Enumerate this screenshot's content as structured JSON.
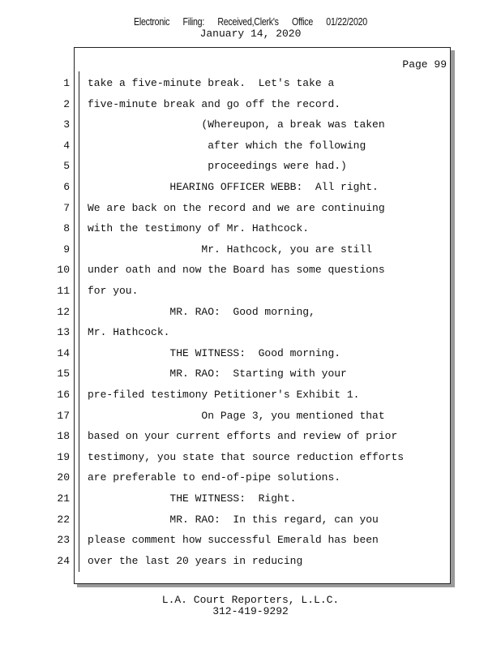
{
  "header": {
    "filing_parts": [
      "Electronic",
      "Filing:",
      "Received,Clerk's",
      "Office",
      "01/22/2020"
    ],
    "date": "January 14, 2020"
  },
  "page": {
    "page_label": "Page 99",
    "lines": [
      {
        "n": "1",
        "text": "take a five-minute break.  Let's take a"
      },
      {
        "n": "2",
        "text": "five-minute break and go off the record."
      },
      {
        "n": "3",
        "text": "                  (Whereupon, a break was taken"
      },
      {
        "n": "4",
        "text": "                   after which the following"
      },
      {
        "n": "5",
        "text": "                   proceedings were had.)"
      },
      {
        "n": "6",
        "text": "             HEARING OFFICER WEBB:  All right."
      },
      {
        "n": "7",
        "text": "We are back on the record and we are continuing"
      },
      {
        "n": "8",
        "text": "with the testimony of Mr. Hathcock."
      },
      {
        "n": "9",
        "text": "                  Mr. Hathcock, you are still"
      },
      {
        "n": "10",
        "text": "under oath and now the Board has some questions"
      },
      {
        "n": "11",
        "text": "for you."
      },
      {
        "n": "12",
        "text": "             MR. RAO:  Good morning,"
      },
      {
        "n": "13",
        "text": "Mr. Hathcock."
      },
      {
        "n": "14",
        "text": "             THE WITNESS:  Good morning."
      },
      {
        "n": "15",
        "text": "             MR. RAO:  Starting with your"
      },
      {
        "n": "16",
        "text": "pre-filed testimony Petitioner's Exhibit 1."
      },
      {
        "n": "17",
        "text": "                  On Page 3, you mentioned that"
      },
      {
        "n": "18",
        "text": "based on your current efforts and review of prior"
      },
      {
        "n": "19",
        "text": "testimony, you state that source reduction efforts"
      },
      {
        "n": "20",
        "text": "are preferable to end-of-pipe solutions."
      },
      {
        "n": "21",
        "text": "             THE WITNESS:  Right."
      },
      {
        "n": "22",
        "text": "             MR. RAO:  In this regard, can you"
      },
      {
        "n": "23",
        "text": "please comment how successful Emerald has been"
      },
      {
        "n": "24",
        "text": "over the last 20 years in reducing"
      }
    ]
  },
  "footer": {
    "company": "L.A. Court Reporters, L.L.C.",
    "phone": "312-419-9292"
  }
}
